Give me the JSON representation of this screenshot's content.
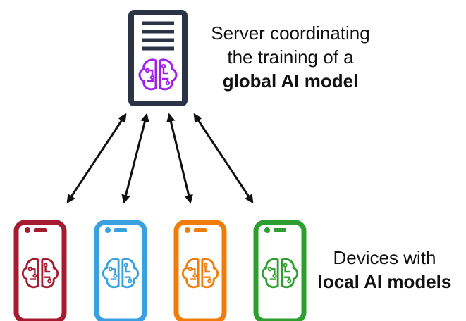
{
  "server": {
    "caption_line1": "Server coordinating",
    "caption_line2": "the training of a",
    "caption_bold": "global AI model",
    "color": "#2b3446",
    "brain_color": "#a020f0"
  },
  "devices": {
    "caption_line1": "Devices with",
    "caption_bold": "local AI models",
    "items": [
      {
        "color": "#a51c30"
      },
      {
        "color": "#3aa0e0"
      },
      {
        "color": "#f07d0a"
      },
      {
        "color": "#2e9e2e"
      }
    ]
  },
  "arrows": {
    "count": 4,
    "style": "bidirectional",
    "color": "#111111"
  }
}
